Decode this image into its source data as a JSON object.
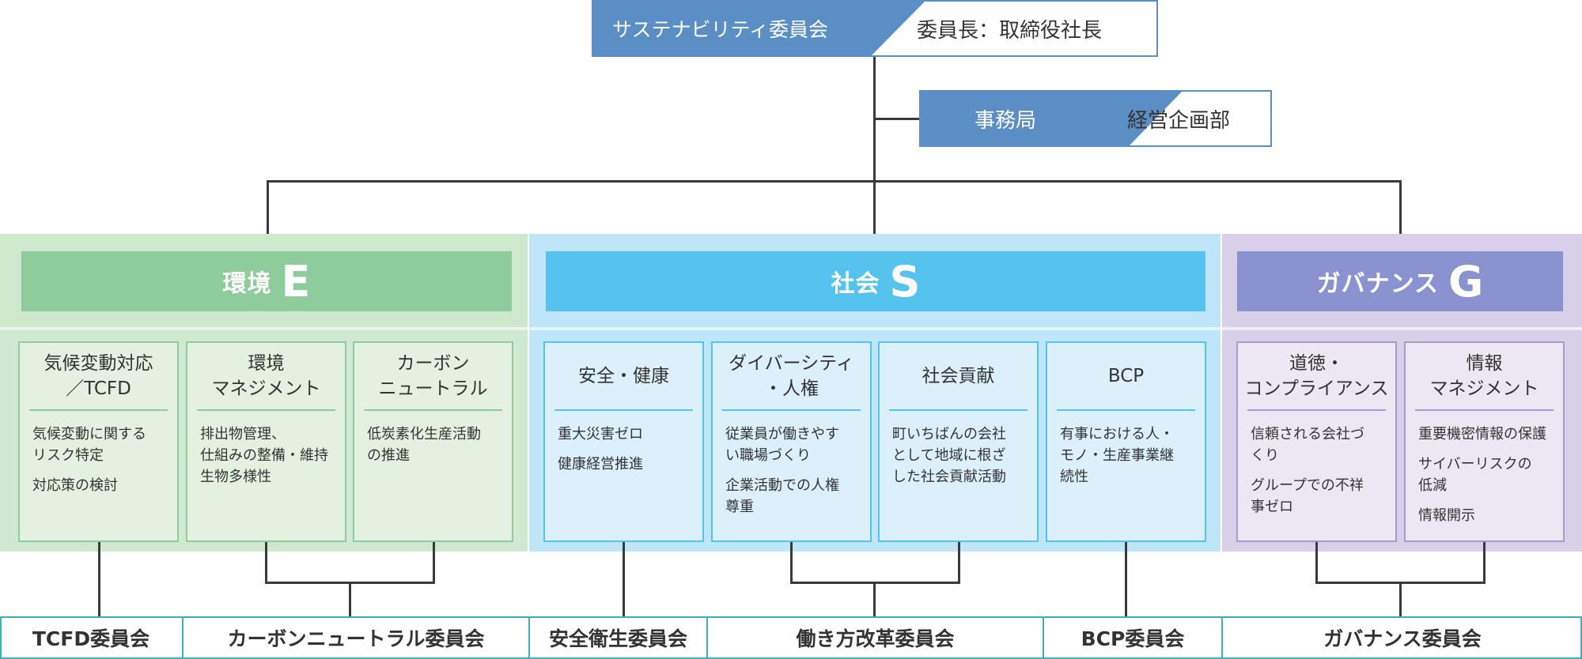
{
  "top": {
    "committee": "サステナビリティ委員会",
    "chair": "委員長：取締役社長",
    "secretariat": "事務局",
    "secretariat_dept": "経営企画部"
  },
  "pillars": {
    "environment": {
      "label": "環境",
      "letter": "E",
      "color": "#8fcc9b"
    },
    "social": {
      "label": "社会",
      "letter": "S",
      "color": "#55c3ee"
    },
    "governance": {
      "label": "ガバナンス",
      "letter": "G",
      "color": "#8a93cf"
    }
  },
  "cards": [
    {
      "title": "気候変動対応\n／TCFD",
      "items": [
        "気候変動に関する\nリスク特定",
        "対応策の検討"
      ]
    },
    {
      "title": "環境\nマネジメント",
      "items": [
        "排出物管理、\n仕組みの整備・維持\n生物多様性"
      ]
    },
    {
      "title": "カーボン\nニュートラル",
      "items": [
        "低炭素化生産活動\nの推進"
      ]
    },
    {
      "title": "安全・健康",
      "items": [
        "重大災害ゼロ",
        "健康経営推進"
      ]
    },
    {
      "title": "ダイバーシティ\n・人権",
      "items": [
        "従業員が働きやす\nい職場づくり",
        "企業活動での人権\n尊重"
      ]
    },
    {
      "title": "社会貢献",
      "items": [
        "町いちばんの会社\nとして地域に根ざ\nした社会貢献活動"
      ]
    },
    {
      "title": "BCP",
      "items": [
        "有事における人・\nモノ・生産事業継\n続性"
      ]
    },
    {
      "title": "道徳・\nコンプライアンス",
      "items": [
        "信頼される会社づ\nくり",
        "グループでの不祥\n事ゼロ"
      ]
    },
    {
      "title": "情報\nマネジメント",
      "items": [
        "重要機密情報の保護",
        "サイバーリスクの\n低減",
        "情報開示"
      ]
    }
  ],
  "committees": [
    "TCFD委員会",
    "カーボンニュートラル委員会",
    "安全衛生委員会",
    "働き方改革委員会",
    "BCP委員会",
    "ガバナンス委員会"
  ]
}
